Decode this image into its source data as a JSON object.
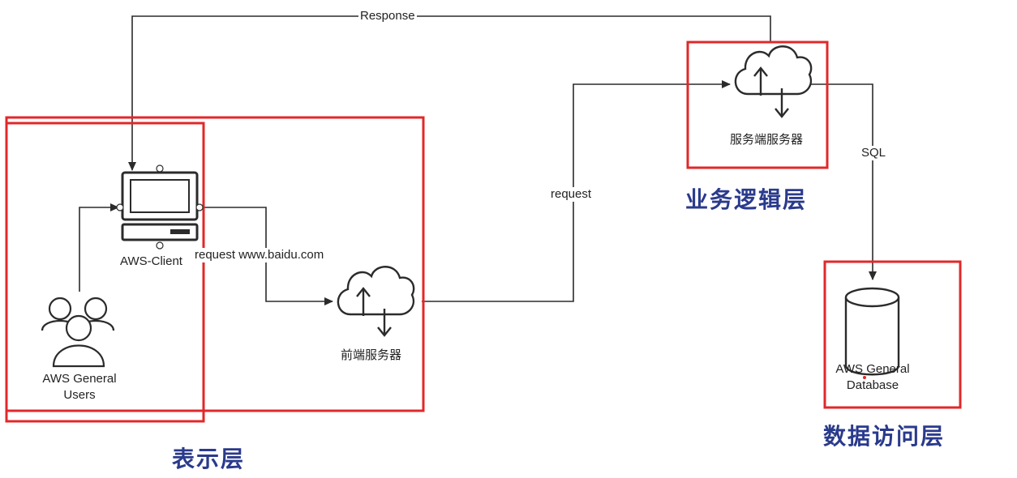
{
  "nodes": {
    "users": {
      "label_line1": "AWS General",
      "label_line2": "Users"
    },
    "client": {
      "label": "AWS-Client"
    },
    "frontend": {
      "label": "前端服务器"
    },
    "backend": {
      "label": "服务端服务器"
    },
    "database": {
      "label_line1": "AWS General",
      "label_line2": "Database"
    }
  },
  "edges": {
    "response": "Response",
    "request_baidu": "request www.baidu.com",
    "request": "request",
    "sql": "SQL"
  },
  "layers": {
    "presentation": "表示层",
    "business": "业务逻辑层",
    "data_access": "数据访问层"
  },
  "colors": {
    "layer_box": "#e0282a",
    "line": "#2b2b2b",
    "handwriting": "#2a3a8c"
  }
}
